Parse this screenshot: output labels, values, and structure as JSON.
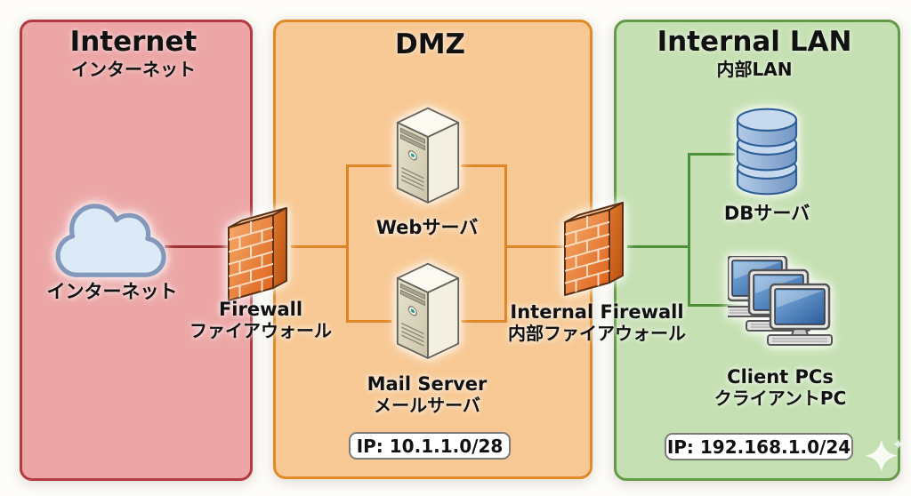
{
  "zones": {
    "internet": {
      "title": "Internet",
      "subtitle": "インターネット",
      "fill": "#eca6a6",
      "border": "#b23a40"
    },
    "dmz": {
      "title": "DMZ",
      "fill": "#f7c893",
      "border": "#e08a28"
    },
    "lan": {
      "title": "Internal LAN",
      "subtitle": "内部LAN",
      "fill": "#c5e0b2",
      "border": "#629c48"
    }
  },
  "nodes": {
    "internet_cloud": {
      "label": "インターネット"
    },
    "firewall": {
      "label": "Firewall",
      "sublabel": "ファイアウォール"
    },
    "web_server": {
      "label": "Webサーバ"
    },
    "mail_server": {
      "label": "Mail Server",
      "sublabel": "メールサーバ"
    },
    "internal_firewall": {
      "label": "Internal Firewall",
      "sublabel": "内部ファイアウォール"
    },
    "db_server": {
      "label": "DBサーバ"
    },
    "client_pcs": {
      "label": "Client PCs",
      "sublabel": "クライアントPC"
    }
  },
  "ip_badges": {
    "dmz": "IP: 10.1.1.0/28",
    "lan": "IP: 192.168.1.0/24"
  },
  "line_colors": {
    "internet": "#9e2f2f",
    "dmz": "#de8526",
    "lan": "#4e8f3a"
  }
}
